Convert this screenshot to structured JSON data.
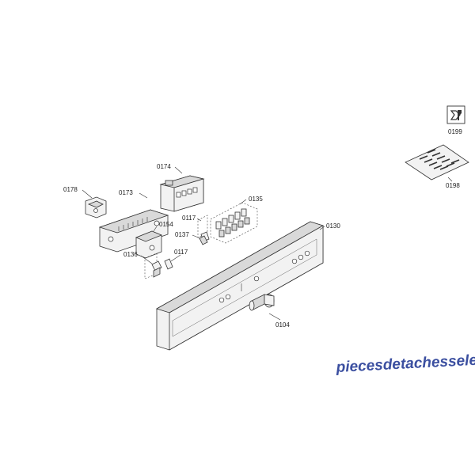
{
  "diagram": {
    "part_labels": {
      "p0199": "0199",
      "p0198": "0198",
      "p0174": "0174",
      "p0178": "0178",
      "p0173": "0173",
      "p0135": "0135",
      "p0117a": "0117",
      "p0154": "0154",
      "p0137": "0137",
      "p0130": "0130",
      "p0136": "0136",
      "p0117b": "0117",
      "p0104": "0104"
    },
    "icon_names": {
      "service": "tool-icon",
      "wiring": "wiring-plan-icon"
    },
    "watermark": "piecesdetachesselec.com",
    "colors": {
      "watermark": "#3b4fa0",
      "line": "#333333",
      "background": "#ffffff"
    }
  }
}
